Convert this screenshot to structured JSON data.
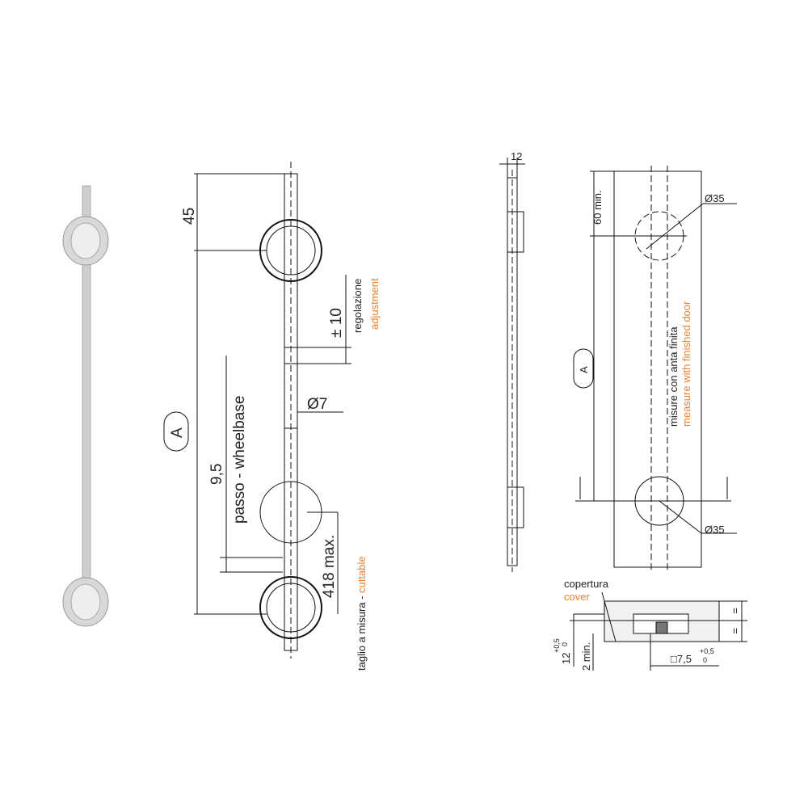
{
  "front_view": {
    "dim_top": "45",
    "dim_label_A": "A",
    "dim_pitch": "9,5",
    "pitch_label": "passo - wheelbase",
    "dim_max": "418 max.",
    "cut_label_it": "taglio a misura - ",
    "cut_label_en": "cuttable",
    "adjust_value": "± 10",
    "adjust_label_it": "regolazione",
    "adjust_label_en": "adjustment",
    "rod_diameter": "Ø7"
  },
  "side_view": {
    "width": "12"
  },
  "door_view": {
    "min_distance": "60 min.",
    "hole_top": "Ø35",
    "hole_bottom": "Ø35",
    "dim_label_A": "A",
    "measure_it": "misure con anta finita",
    "measure_en": "measure with finished door"
  },
  "section_view": {
    "cover_it": "copertura",
    "cover_en": "cover",
    "thickness": "12",
    "thickness_tol_upper": "+0,5",
    "thickness_tol_lower": "0",
    "min_depth": "2 min.",
    "groove_symbol": "□",
    "groove_size": "7,5",
    "groove_tol_upper": "+0,5",
    "groove_tol_lower": "0",
    "equal_top": "=",
    "equal_bottom": "="
  },
  "colors": {
    "accent": "#f07f2d",
    "line": "#111111"
  }
}
